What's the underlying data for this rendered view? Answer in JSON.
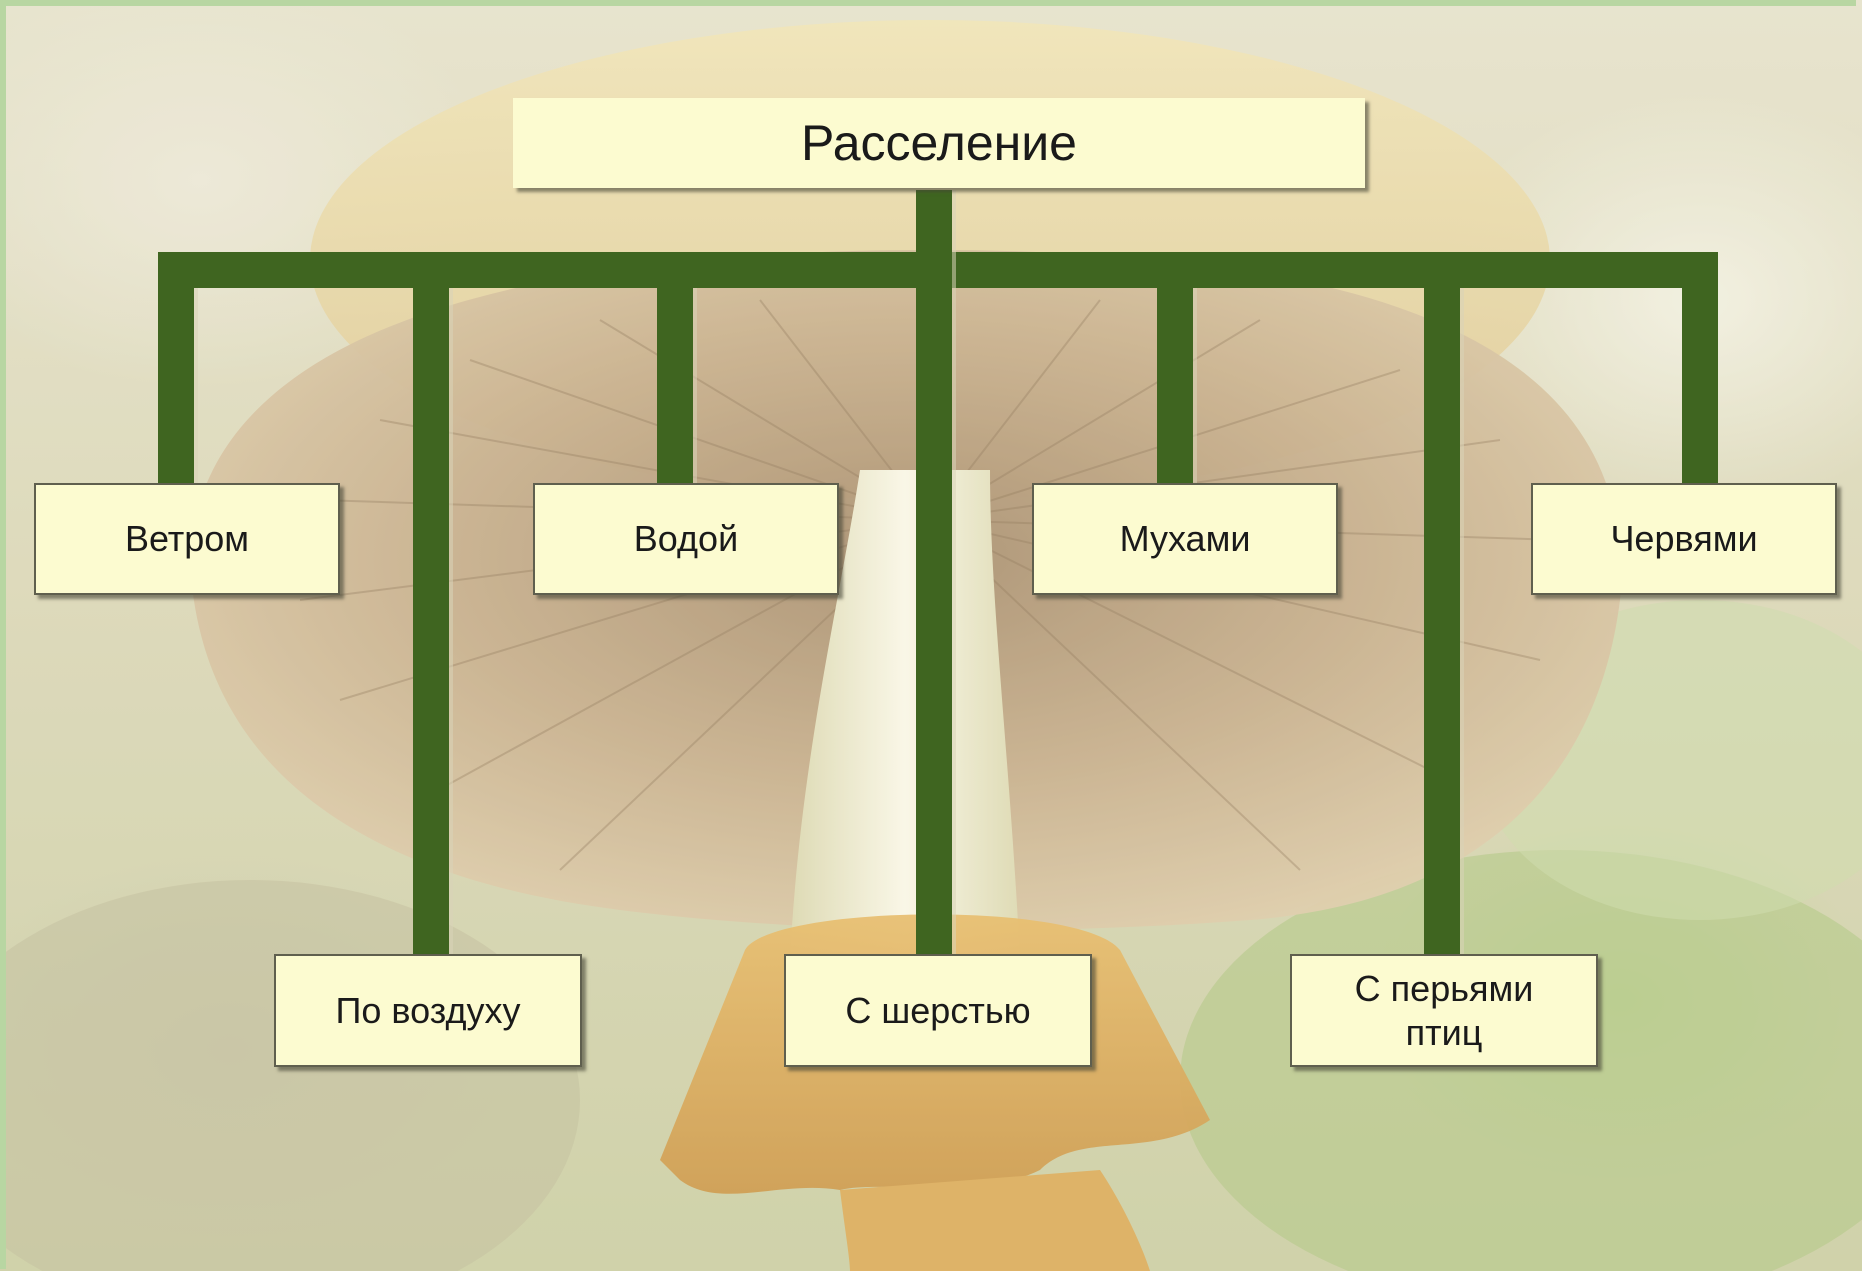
{
  "title": "Расселение",
  "categories": {
    "wind": "Ветром",
    "air": "По воздуху",
    "water": "Водой",
    "fur": "С шерстью",
    "flies": "Мухами",
    "feathers": "С перьями\nптиц",
    "worms": "Червями"
  },
  "colors": {
    "connector": "#3f6520",
    "box_fill": "#fcfbd0",
    "box_border": "#5f5f4e"
  }
}
